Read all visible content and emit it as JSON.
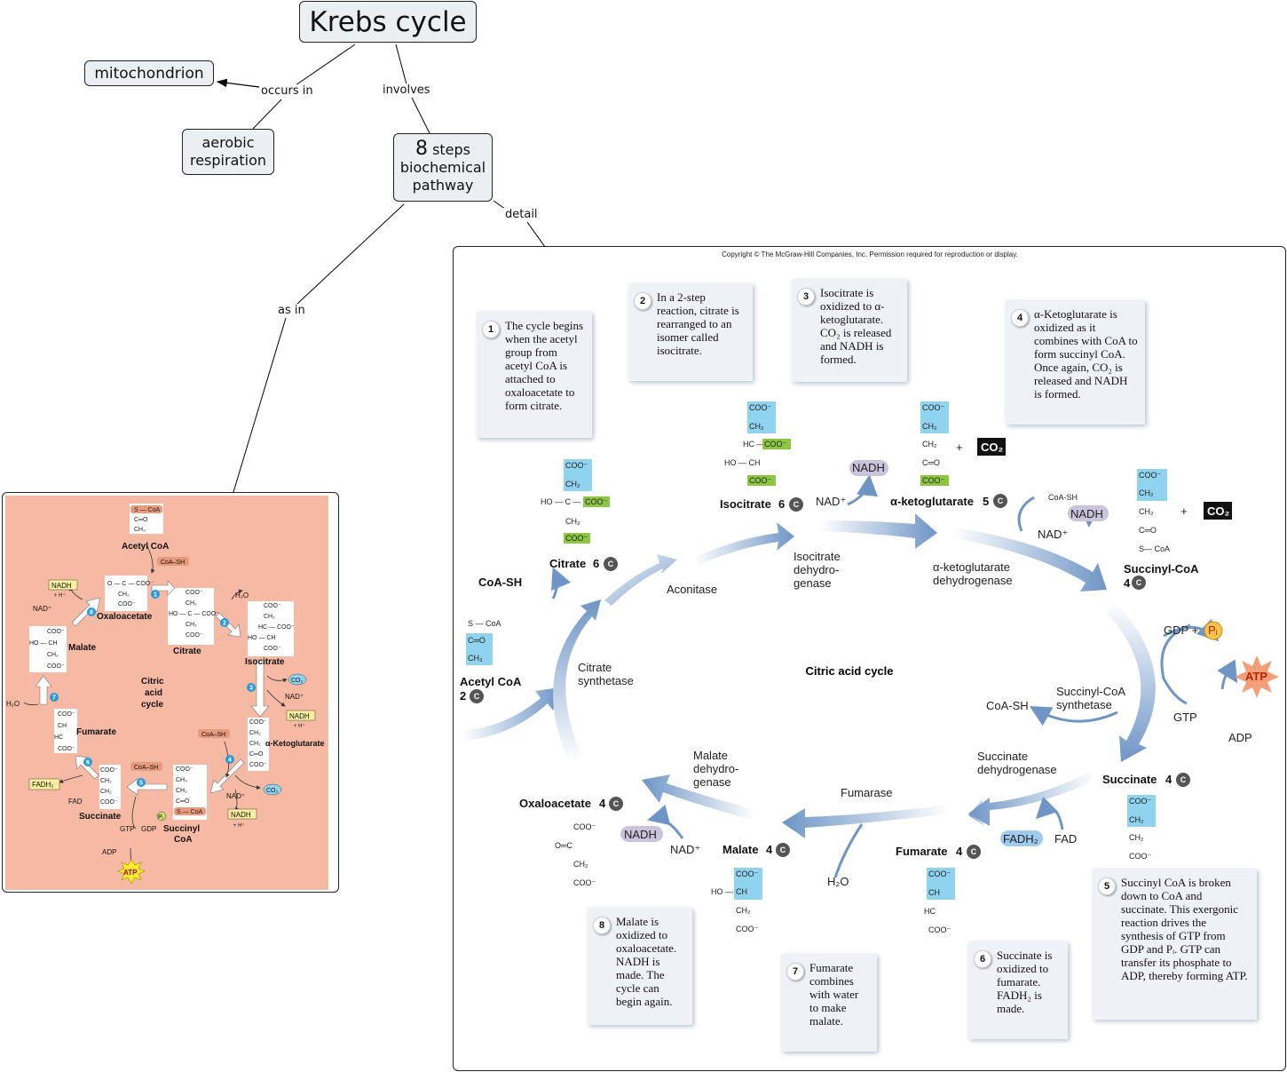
{
  "concept_map": {
    "root": "Krebs cycle",
    "mitochondrion": "mitochondrion",
    "aerobic": "aerobic respiration",
    "steps_num": "8",
    "steps_word": "steps",
    "steps_line2": "biochemical",
    "steps_line3": "pathway",
    "links": {
      "occurs_in": "occurs in",
      "involves": "involves",
      "detail": "detail",
      "as_in": "as in"
    }
  },
  "big_figure": {
    "copyright": "Copyright © The McGraw-Hill Companies, Inc. Permission required for reproduction or display.",
    "center": "Citric acid cycle",
    "steps": [
      {
        "n": "1",
        "text": "The cycle begins when the acetyl group from acetyl CoA is attached to oxaloacetate to form citrate."
      },
      {
        "n": "2",
        "text": "In a 2-step reaction, citrate is rearranged to an isomer called isocitrate."
      },
      {
        "n": "3",
        "text": "Isocitrate is oxidized to α-ketoglutarate. CO₂ is released and NADH is formed."
      },
      {
        "n": "4",
        "text": "α-Ketoglutarate is oxidized as it combines with CoA to form succinyl CoA. Once again, CO₂ is released and NADH is formed."
      },
      {
        "n": "5",
        "text": "Succinyl CoA is broken down to CoA and succinate. This exergonic reaction drives the synthesis of GTP from GDP and Pᵢ. GTP can transfer its phosphate to ADP, thereby forming ATP."
      },
      {
        "n": "6",
        "text": "Succinate is oxidized to fumarate. FADH₂ is made."
      },
      {
        "n": "7",
        "text": "Fumarate combines with water to make malate."
      },
      {
        "n": "8",
        "text": "Malate is oxidized to oxaloacetate. NADH is made. The cycle can begin again."
      }
    ],
    "molecules": {
      "acetyl_coa": "Acetyl CoA",
      "acetyl_coa_c": "2",
      "citrate": "Citrate",
      "citrate_c": "6",
      "isocitrate": "Isocitrate",
      "isocitrate_c": "6",
      "akg": "α-ketoglutarate",
      "akg_c": "5",
      "succinyl_coa": "Succinyl-CoA",
      "succinyl_coa_c": "4",
      "succinate": "Succinate",
      "succinate_c": "4",
      "fumarate": "Fumarate",
      "fumarate_c": "4",
      "malate": "Malate",
      "malate_c": "4",
      "oxaloacetate": "Oxaloacetate",
      "oxaloacetate_c": "4",
      "c_badge": "C"
    },
    "enzymes": {
      "citrate_synthetase": "Citrate synthetase",
      "aconitase": "Aconitase",
      "isocitrate_dh": "Isocitrate dehydro- genase",
      "akg_dh": "α-ketoglutarate dehydrogenase",
      "succinyl_synthetase": "Succinyl-CoA synthetase",
      "succinate_dh": "Succinate dehydrogenase",
      "fumarase": "Fumarase",
      "malate_dh": "Malate dehydro- genase"
    },
    "cofactors": {
      "coash": "CoA-SH",
      "nad": "NAD⁺",
      "nadh": "NADH",
      "co2": "CO₂",
      "gdp": "GDP +",
      "pi": "Pᵢ",
      "gtp": "GTP",
      "adp": "ADP",
      "atp": "ATP",
      "fad": "FAD",
      "fadh2": "FADH₂",
      "h2o": "H₂O",
      "plus": "+"
    },
    "formula": {
      "coo": "COO⁻",
      "ch2": "CH₂",
      "ch3": "CH₃",
      "ch": "CH",
      "hc": "HC",
      "co": "C═O",
      "sc": "S — CoA",
      "sc2": "S— CoA",
      "hoc": "HO — C —",
      "hoch": "HO — CH",
      "hc_": "HC —",
      "oc": "O═C",
      "ho": "HO —"
    }
  },
  "small_figure": {
    "acetyl": "Acetyl CoA",
    "oxaloacetate": "Oxaloacetate",
    "citrate": "Citrate",
    "isocitrate": "Isocitrate",
    "akg": "α-Ketoglutarate",
    "succinyl": "Succinyl",
    "coa": "CoA",
    "succinate": "Succinate",
    "fumarate": "Fumarate",
    "malate": "Malate",
    "center1": "Citric",
    "center2": "acid",
    "center3": "cycle",
    "nadh": "NADH",
    "hplus": "+ H⁺",
    "nad": "NAD⁺",
    "co2": "CO₂",
    "h2o": "H₂O",
    "fadh2": "FADH₂",
    "fad": "FAD",
    "gtp": "GTP",
    "gdp": "GDP",
    "adp": "ADP",
    "atp": "ATP",
    "pi": "Pᵢ",
    "coash": "CoA–SH",
    "scoa": "S — CoA",
    "coo": "COO⁻",
    "ch2": "CH₂",
    "ch3": "CH₃",
    "co": "C═O",
    "ch": "CH",
    "hc": "HC",
    "ococoo": "O — C — COO⁻",
    "hoc": "HO — C — COO⁻",
    "hcc": "HC — COO⁻",
    "hoch": "HO — CH",
    "n1": "1",
    "n2": "2",
    "n3": "3",
    "n4": "4",
    "n5": "5",
    "n6": "6",
    "n7": "7",
    "n8": "8"
  },
  "colors": {
    "node_bg": "#eaf0f2",
    "arrow_blue": "#6e95c6",
    "cyan": "#8fd3ef",
    "green": "#8dc63f",
    "salmon": "#f6b9a4",
    "nadh_purple": "#c9c3dc"
  }
}
